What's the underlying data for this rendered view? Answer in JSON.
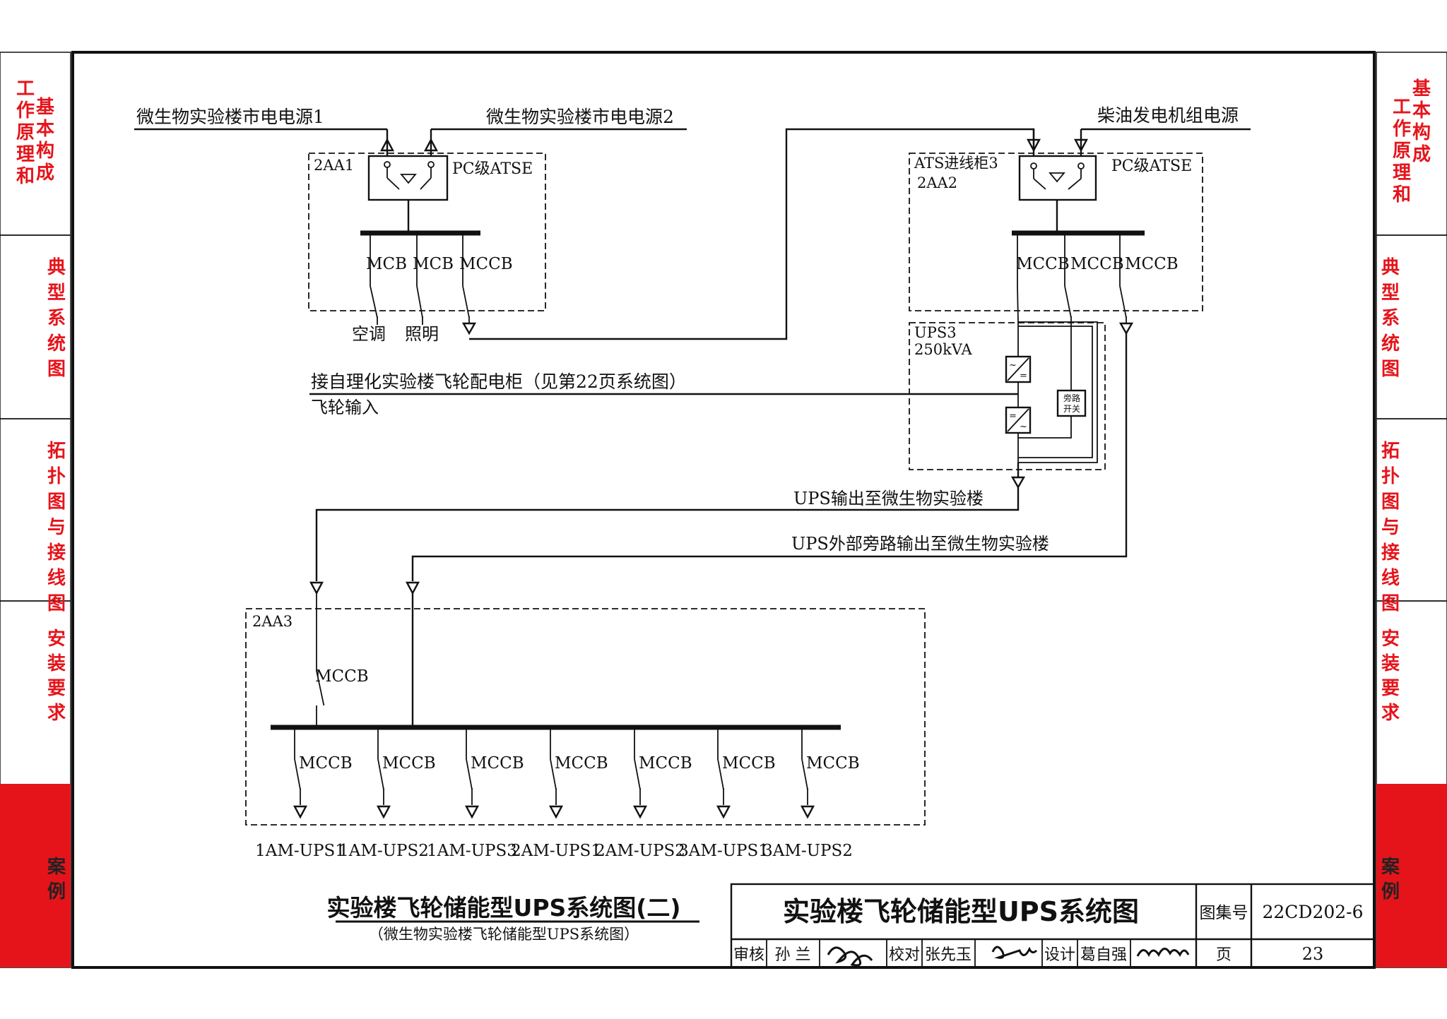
{
  "side_tabs": {
    "left": [
      {
        "col1": "工作原理和",
        "col2": "基本构成"
      },
      {
        "label": "典型系统图"
      },
      {
        "label": "拓扑图与接线图"
      },
      {
        "label": "安装要求"
      },
      {
        "label": "案例"
      }
    ],
    "right": [
      {
        "col1": "基本构成",
        "col2": "工作原理和"
      },
      {
        "label": "典型系统图"
      },
      {
        "label": "拓扑图与接线图"
      },
      {
        "label": "安装要求"
      },
      {
        "label": "案例"
      }
    ]
  },
  "diagram": {
    "source1": "微生物实验楼市电电源1",
    "source2": "微生物实验楼市电电源2",
    "source3": "柴油发电机组电源",
    "cab_2aa1": "2AA1",
    "atse1": "PC级ATSE",
    "cab_2aa2_a": "ATS进线柜3",
    "cab_2aa2_b": "2AA2",
    "atse2": "PC级ATSE",
    "b1": "MCB",
    "b2": "MCB",
    "b3": "MCCB",
    "b4": "MCCB",
    "b5": "MCCB",
    "b6": "MCCB",
    "load_ac": "空调",
    "load_light": "照明",
    "ups_name": "UPS3",
    "ups_rating": "250kVA",
    "bypass_a": "旁路",
    "bypass_b": "开关",
    "flywheel_a": "接自理化实验楼飞轮配电柜（见第22页系统图）",
    "flywheel_b": "飞轮输入",
    "ups_out": "UPS输出至微生物实验楼",
    "ups_bypass_out": "UPS外部旁路输出至微生物实验楼",
    "cab_2aa3": "2AA3",
    "main_mccb": "MCCB",
    "feeders": [
      {
        "breaker": "MCCB",
        "name": "1AM-UPS1"
      },
      {
        "breaker": "MCCB",
        "name": "1AM-UPS2"
      },
      {
        "breaker": "MCCB",
        "name": "1AM-UPS3"
      },
      {
        "breaker": "MCCB",
        "name": "2AM-UPS1"
      },
      {
        "breaker": "MCCB",
        "name": "2AM-UPS2"
      },
      {
        "breaker": "MCCB",
        "name": "3AM-UPS1"
      },
      {
        "breaker": "MCCB",
        "name": "3AM-UPS2"
      }
    ]
  },
  "caption": {
    "title": "实验楼飞轮储能型UPS系统图(二)",
    "subtitle": "（微生物实验楼飞轮储能型UPS系统图）"
  },
  "title_block": {
    "main_title": "实验楼飞轮储能型UPS系统图",
    "atlas_label": "图集号",
    "atlas_no": "22CD202-6",
    "review_label": "审核",
    "review_name": "孙 兰",
    "check_label": "校对",
    "check_name": "张先玉",
    "design_label": "设计",
    "design_name": "葛自强",
    "page_label": "页",
    "page_no": "23"
  }
}
